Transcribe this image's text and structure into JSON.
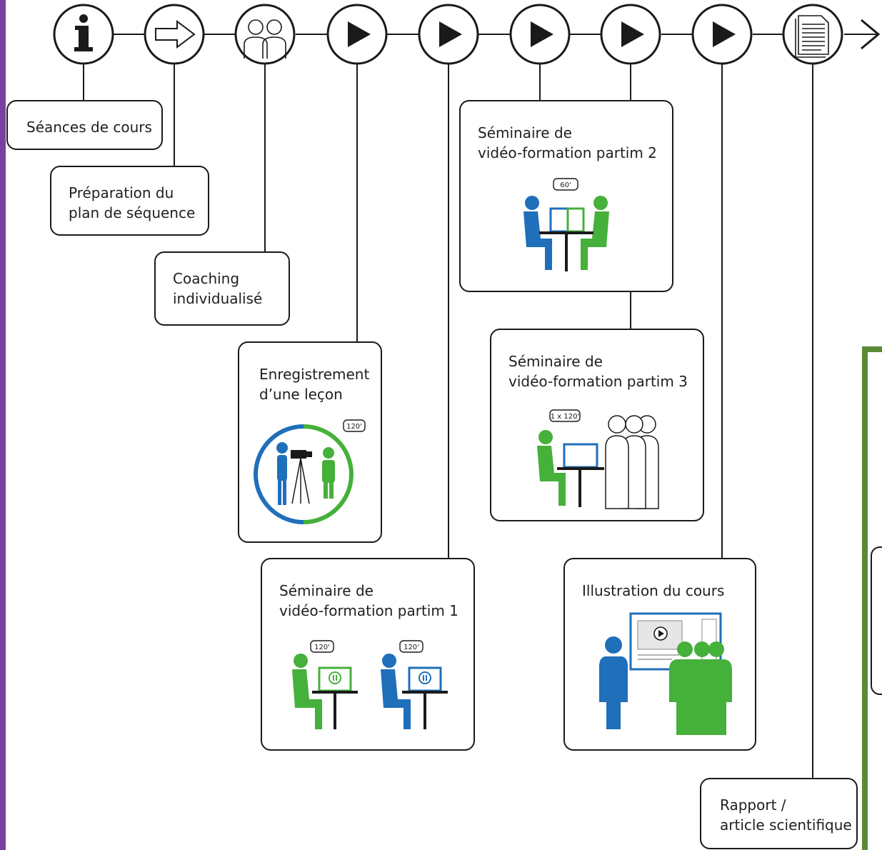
{
  "colors": {
    "blue": "#1f6fba",
    "green": "#45b03a",
    "outline": "#1a1a1a",
    "frame_green": "#5a8a35",
    "purple_bar": "#7b3fa2"
  },
  "timeline": {
    "nodes": [
      {
        "icon": "info-icon"
      },
      {
        "icon": "arrow-right-icon"
      },
      {
        "icon": "people-outline-icon"
      },
      {
        "icon": "play-icon"
      },
      {
        "icon": "play-icon"
      },
      {
        "icon": "play-icon"
      },
      {
        "icon": "play-icon"
      },
      {
        "icon": "play-icon"
      },
      {
        "icon": "document-icon"
      }
    ]
  },
  "steps": {
    "seances": {
      "line1": "Séances de cours"
    },
    "preparation": {
      "line1": "Préparation du",
      "line2": "plan de séquence"
    },
    "coaching": {
      "line1": "Coaching",
      "line2": "individualisé"
    },
    "enregistrement": {
      "line1": "Enregistrement",
      "line2": "d’une leçon",
      "duration": "120'"
    },
    "partim1": {
      "line1": "Séminaire de",
      "line2": "vidéo-formation partim 1",
      "duration_a": "120'",
      "duration_b": "120'"
    },
    "partim2": {
      "line1": "Séminaire de",
      "line2": "vidéo-formation partim 2",
      "duration": "60'"
    },
    "partim3": {
      "line1": "Séminaire de",
      "line2": "vidéo-formation partim 3",
      "duration": "1 x 120'"
    },
    "illustration": {
      "line1": "Illustration du cours"
    },
    "rapport": {
      "line1": "Rapport /",
      "line2": "article scientifique"
    }
  }
}
